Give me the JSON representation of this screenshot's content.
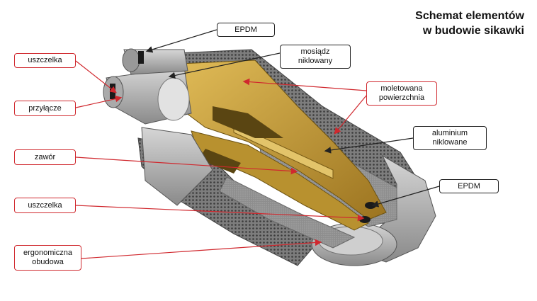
{
  "title": {
    "line1": "Schemat elementów",
    "line2": "w budowie sikawki"
  },
  "labels": {
    "epdm_top": "EPDM",
    "mosiadz_1": "mosiądz",
    "mosiadz_2": "niklowany",
    "uszczelka_top": "uszczelka",
    "moletowana_1": "moletowana",
    "moletowana_2": "powierzchnia",
    "przylacze": "przyłącze",
    "aluminium_1": "aluminium",
    "aluminium_2": "niklowane",
    "zawor": "zawór",
    "epdm_right": "EPDM",
    "uszczelka_bottom": "uszczelka",
    "ergonomiczna_1": "ergonomiczna",
    "ergonomiczna_2": "obudowa"
  },
  "colors": {
    "leader_red": "#d0282e",
    "leader_dark": "#222222",
    "brass": "#c9a13a",
    "aluminium": "#9a9a9a"
  }
}
